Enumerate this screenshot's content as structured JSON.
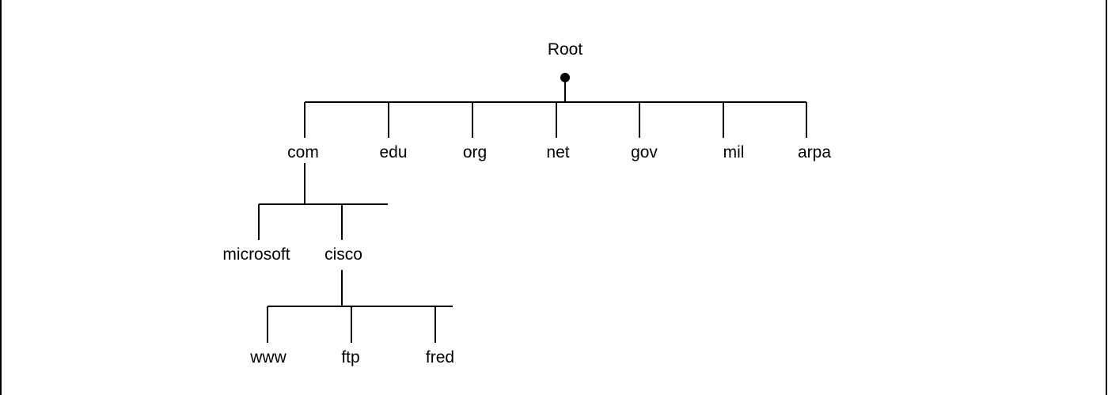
{
  "diagram": {
    "root": {
      "label": "Root"
    },
    "tld": {
      "com": "com",
      "edu": "edu",
      "org": "org",
      "net": "net",
      "gov": "gov",
      "mil": "mil",
      "arpa": "arpa"
    },
    "second_level": {
      "microsoft": "microsoft",
      "cisco": "cisco"
    },
    "hosts": {
      "www": "www",
      "ftp": "ftp",
      "fred": "fred"
    }
  }
}
